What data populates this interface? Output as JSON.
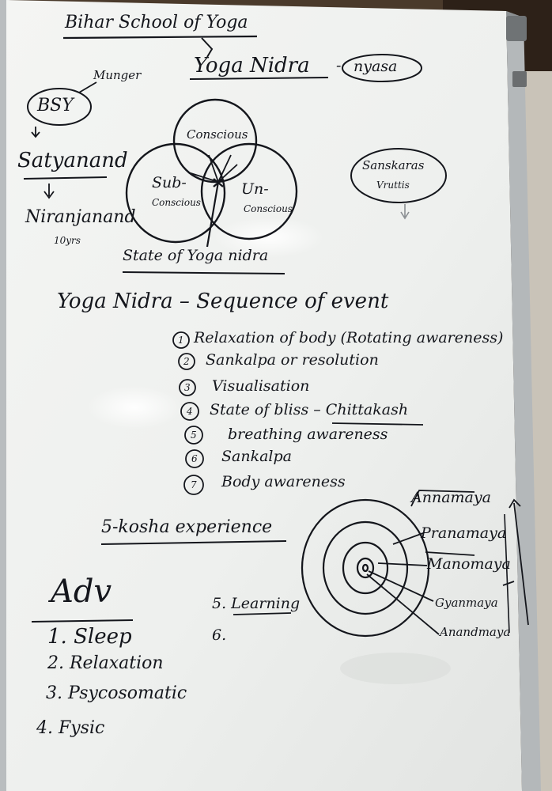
{
  "board": {
    "header": {
      "title": "Bihar School of Yoga",
      "subtitle": "Yoga Nidra",
      "tag": "nyasa"
    },
    "lineage": {
      "place": "Munger",
      "acronym": "BSY",
      "founder": "Satyanand",
      "successor": "Niranjanand",
      "successor_note": "10yrs"
    },
    "venn": {
      "top": "Conscious",
      "left_a": "Sub-",
      "left_b": "Conscious",
      "right_a": "Un-",
      "right_b": "Conscious",
      "caption": "State of Yoga nidra"
    },
    "samskaras": {
      "line1": "Sanskaras",
      "line2": "Vruttis"
    },
    "sequence": {
      "title": "Yoga Nidra – Sequence of event",
      "items": [
        {
          "num": "1",
          "text": "Relaxation of body (Rotating awareness)"
        },
        {
          "num": "2",
          "text": "Sankalpa or resolution"
        },
        {
          "num": "3",
          "text": "Visualisation"
        },
        {
          "num": "4",
          "text": "State of bliss – Chittakash"
        },
        {
          "num": "5",
          "text": "breathing awareness"
        },
        {
          "num": "6",
          "text": "Sankalpa"
        },
        {
          "num": "7",
          "text": "Body awareness"
        }
      ]
    },
    "kosha": {
      "title": "5-kosha experience",
      "layers": [
        "Annamaya",
        "Pranamaya",
        "Manomaya",
        "Gyanmaya",
        "Anandmaya"
      ]
    },
    "adv": {
      "title": "Adv",
      "items": [
        "1. Sleep",
        "2. Relaxation",
        "3. Psycosomatic",
        "4. Fysic"
      ],
      "extra": [
        "5. Learning",
        "6."
      ]
    }
  }
}
